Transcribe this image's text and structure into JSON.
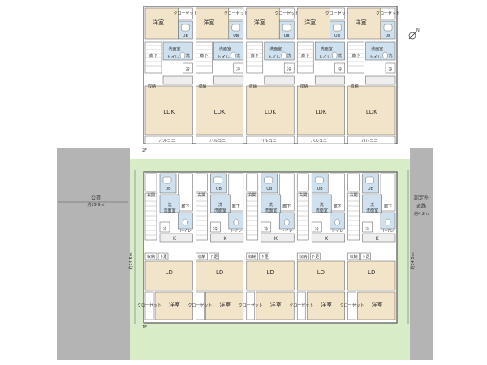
{
  "floors": {
    "second": {
      "label": "2F",
      "unit_labels": {
        "western_room": "洋室",
        "closet": "クローゼット",
        "ub": "UB",
        "washroom": "洗面室",
        "toilet": "トイレ",
        "hallway": "廊下",
        "wash": "洗",
        "fridge": "冷",
        "storage": "収納",
        "ldk": "LDK",
        "balcony": "バルコニー"
      },
      "unit_count": 5
    },
    "first": {
      "label": "1F",
      "unit_labels": {
        "entrance": "玄関",
        "ub": "UB",
        "washroom": "洗面室",
        "wash": "洗",
        "hallway": "廊下",
        "toilet": "トイレ",
        "fridge": "冷",
        "kitchen": "K",
        "storage": "収納",
        "shoe_box": "下足",
        "ld": "LD",
        "closet": "クローゼット",
        "western_room": "洋室"
      },
      "unit_count": 5
    }
  },
  "site": {
    "public_road_label": "公道",
    "public_road_width": "約29.9m",
    "private_road_label_1": "認定外",
    "private_road_label_2": "道路",
    "private_road_width": "約4.2m",
    "left_depth": "約14.5m",
    "right_depth": "約14.5m"
  },
  "compass": {
    "label": "N"
  },
  "colors": {
    "floor_wood": "#f2e4c8",
    "wet_area": "#cfe1ef",
    "grass": "#d7ecc7",
    "road": "#b4b4b4",
    "wall": "#555555"
  }
}
